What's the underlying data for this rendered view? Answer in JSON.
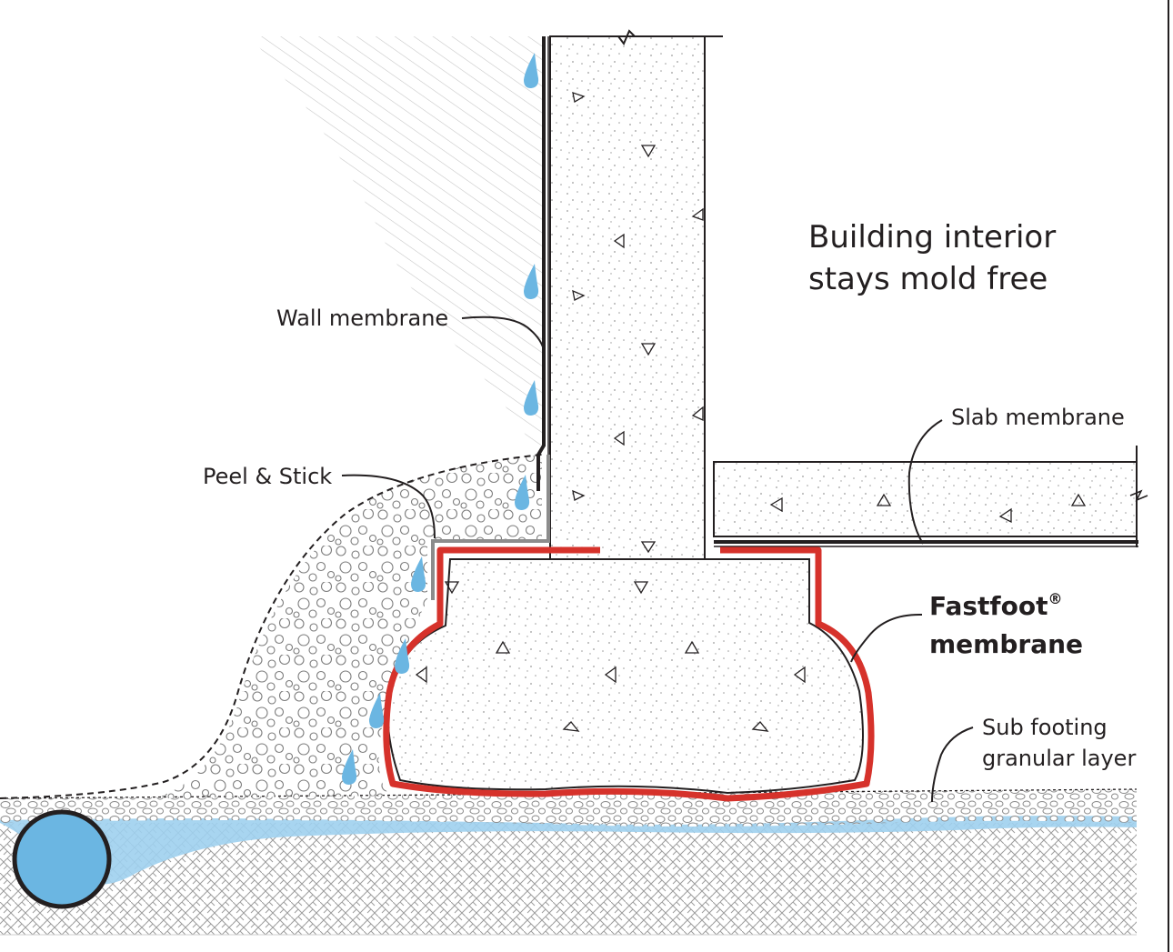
{
  "labels": {
    "building_interior_line1": "Building interior",
    "building_interior_line2": "stays mold free",
    "wall_membrane": "Wall membrane",
    "peel_and_stick": "Peel & Stick",
    "slab_membrane": "Slab membrane",
    "fastfoot_name": "Fastfoot",
    "fastfoot_mark": "®",
    "fastfoot_line2": "membrane",
    "sub_footing_line1": "Sub footing",
    "sub_footing_line2": "granular layer"
  },
  "colors": {
    "membrane_red": "#d6322b",
    "water_blue": "#6bb6e2",
    "water_light": "#9fd0ee",
    "line": "#231f20",
    "hatch": "#8a8a8a"
  },
  "icons": {
    "water_drop": "water-drop-icon",
    "drain_pipe": "drain-pipe-icon",
    "aggregate_triangle": "aggregate-triangle-icon"
  }
}
